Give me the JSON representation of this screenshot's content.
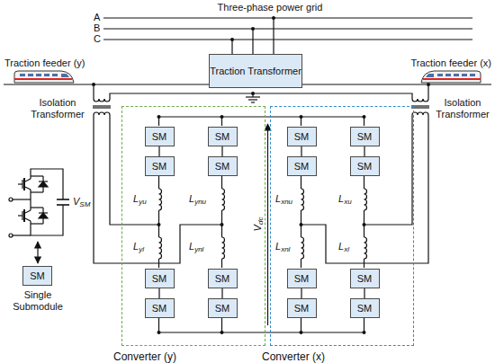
{
  "diagram": {
    "nodes": [
      {
        "text": [
          "Traction Transformer"
        ]
      },
      {
        "text": [
          "Converter (y)"
        ]
      },
      {
        "text": [
          "SM"
        ],
        "in": 1
      },
      {
        "text": [
          "SM"
        ],
        "in": 1
      },
      {
        "text": [
          "SM"
        ],
        "in": 1
      },
      {
        "text": [
          "SM"
        ],
        "in": 1
      },
      {
        "text": [
          "SM"
        ],
        "in": 1
      },
      {
        "text": [
          "SM"
        ],
        "in": 1
      },
      {
        "text": [
          "SM"
        ],
        "in": 1
      },
      {
        "text": [
          "SM"
        ],
        "in": 1
      },
      {
        "text": [
          "Converter (x)"
        ]
      },
      {
        "text": [
          "SM"
        ],
        "in": 10
      },
      {
        "text": [
          "SM"
        ],
        "in": 10
      },
      {
        "text": [
          "SM"
        ],
        "in": 10
      },
      {
        "text": [
          "SM"
        ],
        "in": 10
      },
      {
        "text": [
          "SM"
        ],
        "in": 10
      },
      {
        "text": [
          "SM"
        ],
        "in": 10
      },
      {
        "text": [
          "SM"
        ],
        "in": 10
      },
      {
        "text": [
          "SM"
        ],
        "in": 10
      },
      {
        "text": [
          "SM"
        ]
      }
    ],
    "edges": [
      {
        "from": 2,
        "to": 4,
        "arrow": "none"
      },
      {
        "from": 3,
        "to": 5,
        "arrow": "none"
      },
      {
        "from": 6,
        "to": 8,
        "arrow": "none"
      },
      {
        "from": 7,
        "to": 9,
        "arrow": "none"
      },
      {
        "from": 11,
        "to": 13,
        "arrow": "none"
      },
      {
        "from": 12,
        "to": 14,
        "arrow": "none"
      },
      {
        "from": 15,
        "to": 17,
        "arrow": "none"
      },
      {
        "from": 16,
        "to": 18,
        "arrow": "none"
      }
    ],
    "labels": [
      "Three-phase power grid",
      "A",
      "B",
      "C",
      "Traction feeder (y)",
      "Traction feeder (x)",
      "Isolation Transformer",
      "Isolation Transformer",
      "Lyu",
      "Lynu",
      "Lyl",
      "Lynl",
      "Lxnu",
      "Lxu",
      "Lxnl",
      "Lxl",
      "Vdc",
      "VSM",
      "Single Submodule"
    ]
  }
}
